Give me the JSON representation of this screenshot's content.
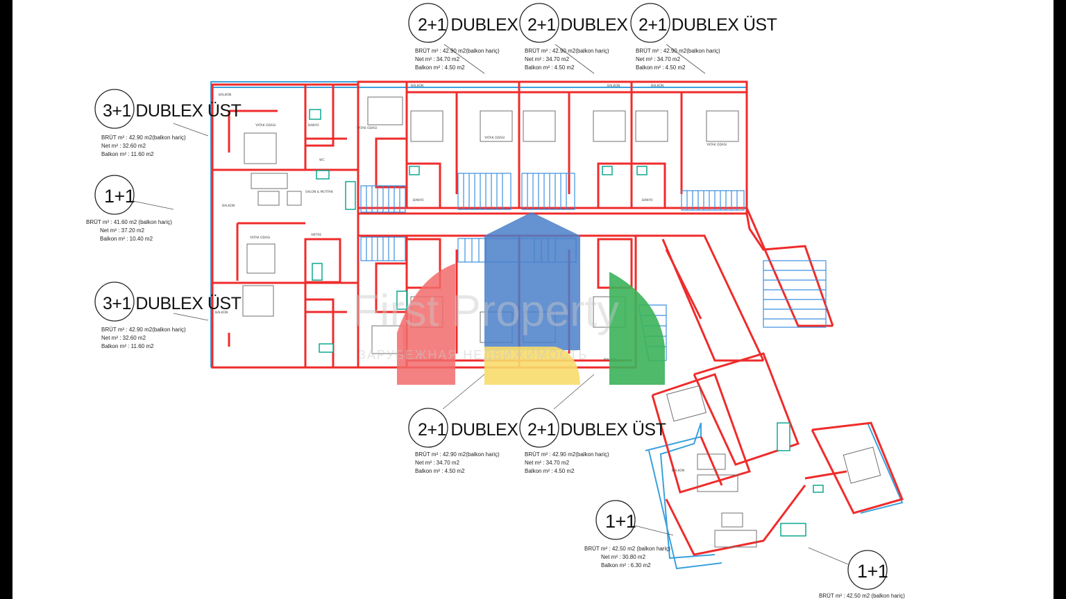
{
  "units": {
    "top_a": {
      "title": "2+1 DUBLEX ÜST",
      "brut": "BRÜT m² : 42.90 m2(balkon hariç)",
      "net": "Net m²    : 34.70 m2",
      "balkon": "Balkon m² : 4.50 m2"
    },
    "top_b": {
      "title": "2+1 DUBLEX ÜST",
      "brut": "BRÜT m² : 42.90 m2(balkon hariç)",
      "net": "Net m²    : 34.70 m2",
      "balkon": "Balkon m² : 4.50 m2"
    },
    "top_c": {
      "title": "2+1 DUBLEX ÜST",
      "brut": "BRÜT m² : 42.90 m2(balkon hariç)",
      "net": "Net m²    : 34.70 m2",
      "balkon": "Balkon m² : 4.50 m2"
    },
    "left_a": {
      "title": "3+1 DUBLEX ÜST",
      "brut": "BRÜT m² : 42.90 m2(balkon hariç)",
      "net": "Net m²    : 32.60 m2",
      "balkon": "Balkon m² : 11.60 m2"
    },
    "left_b": {
      "title": "1+1",
      "brut": "BRÜT m² : 41.60 m2 (balkon hariç)",
      "net": "Net m²    : 37.20 m2",
      "balkon": "Balkon m² : 10.40 m2"
    },
    "left_c": {
      "title": "3+1 DUBLEX ÜST",
      "brut": "BRÜT m² : 42.90 m2(balkon hariç)",
      "net": "Net m²    : 32.60 m2",
      "balkon": "Balkon m² : 11.60 m2"
    },
    "bottom_a": {
      "title": "2+1 DUBLEX ÜST",
      "brut": "BRÜT m² : 42.90 m2(balkon hariç)",
      "net": "Net m²    : 34.70 m2",
      "balkon": "Balkon m² : 4.50 m2"
    },
    "bottom_b": {
      "title": "2+1 DUBLEX ÜST",
      "brut": "BRÜT m² : 42.90 m2(balkon hariç)",
      "net": "Net m²    : 34.70 m2",
      "balkon": "Balkon m² : 4.50 m2"
    },
    "right_a": {
      "title": "1+1",
      "brut": "BRÜT m² : 42.50 m2 (balkon hariç)",
      "net": "Net m²    : 30.80 m2",
      "balkon": "Balkon m² : 6.30 m2"
    },
    "right_b": {
      "title": "1+1",
      "brut": "BRÜT m² : 42.50 m2 (balkon hariç)"
    }
  },
  "rooms": {
    "balkon": "BALKON",
    "yatak": "YATAK ODASI",
    "banyo": "BANYO",
    "wc": "WC",
    "salon": "SALON & MUTFAK",
    "antre": "ANTRE"
  },
  "watermark": {
    "text": "First Property",
    "sub": "ЗАРУБЕЖНАЯ НЕДВИЖИМОСТЬ"
  },
  "colors": {
    "wall": "#ef2b2b",
    "balcony": "#3aa0dd",
    "stair": "#3b8fe0",
    "fixture": "#0aa88f",
    "logo_red": "#f26b6b",
    "logo_blue": "#4a7fc9",
    "logo_yellow": "#f7dc6b",
    "logo_green": "#3bb35a"
  }
}
